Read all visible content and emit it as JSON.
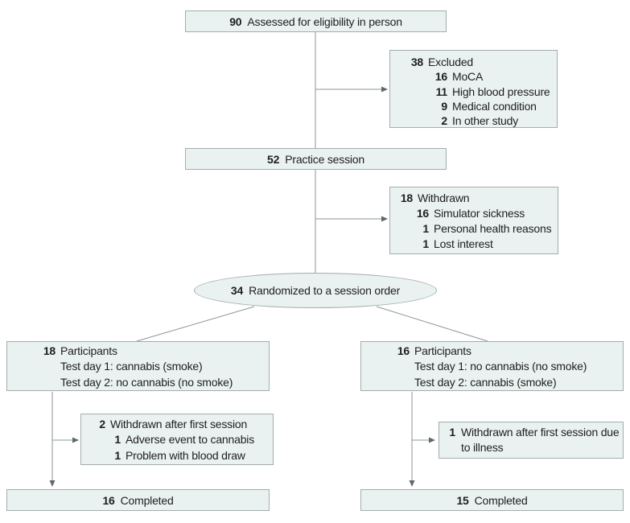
{
  "colors": {
    "background": "#ffffff",
    "box_fill": "#eaf2f1",
    "box_border": "#a3acac",
    "line": "#8b9595",
    "arrowhead": "#5f6969",
    "text": "#1e1e1e"
  },
  "nodes": {
    "assessed": {
      "num": "90",
      "label": "Assessed for eligibility in person"
    },
    "excluded": {
      "num": "38",
      "label": "Excluded",
      "items": [
        {
          "num": "16",
          "label": "MoCA"
        },
        {
          "num": "11",
          "label": "High blood pressure"
        },
        {
          "num": "9",
          "label": "Medical condition"
        },
        {
          "num": "2",
          "label": "In other study"
        }
      ]
    },
    "practice": {
      "num": "52",
      "label": "Practice session"
    },
    "withdrawn_screening": {
      "num": "18",
      "label": "Withdrawn",
      "items": [
        {
          "num": "16",
          "label": "Simulator sickness"
        },
        {
          "num": "1",
          "label": "Personal health reasons"
        },
        {
          "num": "1",
          "label": "Lost interest"
        }
      ]
    },
    "randomized": {
      "num": "34",
      "label": "Randomized to a session order"
    },
    "arm1": {
      "num": "18",
      "label": "Participants",
      "lines": [
        "Test day 1: cannabis (smoke)",
        "Test day 2: no cannabis (no smoke)"
      ]
    },
    "arm2": {
      "num": "16",
      "label": "Participants",
      "lines": [
        "Test day 1: no cannabis (no smoke)",
        "Test day 2: cannabis (smoke)"
      ]
    },
    "withdrawn_arm1": {
      "num": "2",
      "label": "Withdrawn after first session",
      "items": [
        {
          "num": "1",
          "label": "Adverse event to cannabis"
        },
        {
          "num": "1",
          "label": "Problem with blood draw"
        }
      ]
    },
    "withdrawn_arm2": {
      "num": "1",
      "label": "Withdrawn after first session due to illness"
    },
    "completed_arm1": {
      "num": "16",
      "label": "Completed"
    },
    "completed_arm2": {
      "num": "15",
      "label": "Completed"
    }
  }
}
